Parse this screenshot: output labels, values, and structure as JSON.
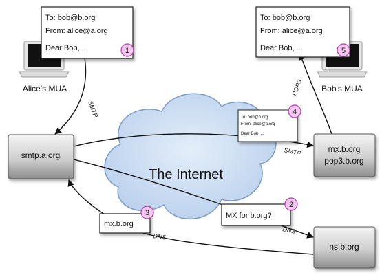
{
  "clients": {
    "alice": {
      "label": "Alice's MUA"
    },
    "bob": {
      "label": "Bob's MUA"
    }
  },
  "servers": {
    "smtp_a": {
      "label": "smtp.a.org"
    },
    "mx_b": {
      "line1": "mx.b.org",
      "line2": "pop3.b.org"
    },
    "ns_b": {
      "label": "ns.b.org"
    }
  },
  "internet": {
    "label": "The Internet"
  },
  "messages": {
    "alice_note": {
      "to": "To: bob@b.org",
      "from": "From: alice@a.org",
      "body": "Dear Bob, ..."
    },
    "bob_note": {
      "to": "To: bob@b.org",
      "from": "From: alice@a.org",
      "body": "Dear Bob, ..."
    },
    "transit_note": {
      "to": "To: bob@b.org",
      "from": "From: alice@a.org",
      "body": "Dear Bob, ..."
    }
  },
  "queries": {
    "mx_query": {
      "label": "MX for b.org?"
    },
    "mx_answer": {
      "label": "mx.b.org"
    }
  },
  "steps": {
    "s1": "1",
    "s2": "2",
    "s3": "3",
    "s4": "4",
    "s5": "5"
  },
  "protocols": {
    "smtp_client": "SMTP",
    "smtp_relay": "SMTP",
    "pop3": "POP3",
    "dns_query": "DNS",
    "dns_answer": "DNS"
  },
  "colors": {
    "badge_fill": "#f3c6ef",
    "badge_stroke": "#b03aa8",
    "server_top": "#f2f2f2",
    "server_bottom": "#9a9a9a",
    "cloud_fill": "#c9dcf2",
    "cloud_stroke": "#7c9bc4"
  }
}
